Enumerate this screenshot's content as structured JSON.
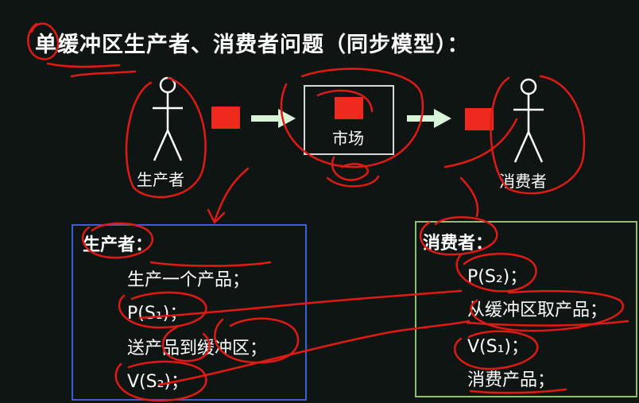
{
  "title": "单缓冲区生产者、消费者问题（同步模型）：",
  "diagram": {
    "producer_label": "生产者",
    "market_label": "市场",
    "consumer_label": "消费者"
  },
  "producer_panel": {
    "heading": "生产者：",
    "steps": [
      "生产一个产品；",
      "P(S₁)；",
      "送产品到缓冲区；",
      "V(S₂)；"
    ]
  },
  "consumer_panel": {
    "heading": "消费者：",
    "steps": [
      "P(S₂)；",
      "从缓冲区取产品；",
      "V(S₁)；",
      "消费产品；"
    ]
  },
  "colors": {
    "background": "#0f1512",
    "product_box": "#ee2a1f",
    "producer_border": "#3b5fd6",
    "consumer_border": "#8fbf6b",
    "annotation": "#e01a14"
  }
}
